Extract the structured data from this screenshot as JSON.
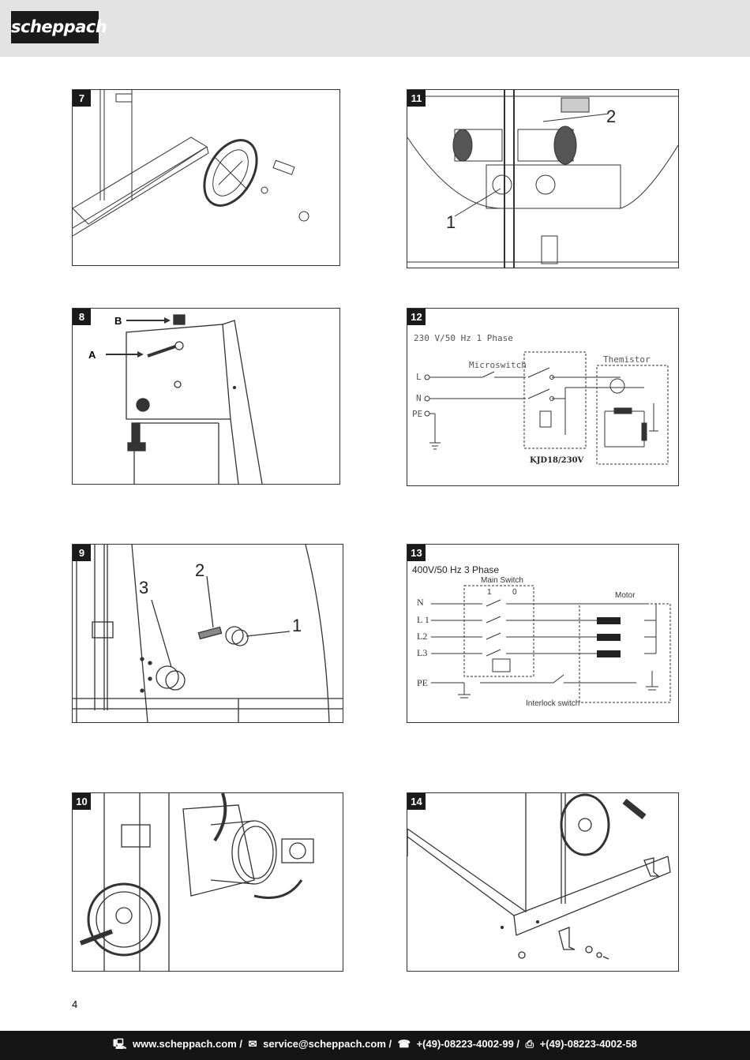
{
  "header": {
    "brand": "scheppach"
  },
  "figures": [
    {
      "num": "7"
    },
    {
      "num": "11",
      "callouts": [
        "2",
        "1"
      ]
    },
    {
      "num": "8",
      "callouts": [
        "B",
        "A"
      ]
    },
    {
      "num": "12",
      "supply": "230 V/50 Hz   1 Phase",
      "labels": [
        "Microswitch",
        "Themistor",
        "L",
        "N",
        "PE",
        "KJD18/230V"
      ]
    },
    {
      "num": "9",
      "callouts": [
        "2",
        "3",
        "1"
      ]
    },
    {
      "num": "13",
      "supply": "400V/50 Hz  3 Phase",
      "labels": [
        "Main Switch",
        "1",
        "0",
        "Motor",
        "N",
        "L 1",
        "L2",
        "L3",
        "PE",
        "Interlock switch"
      ]
    },
    {
      "num": "10"
    },
    {
      "num": "14"
    }
  ],
  "page_number": "4",
  "footer": {
    "web": "www.scheppach.com /",
    "mail": "service@scheppach.com /",
    "phone": "+(49)-08223-4002-99 /",
    "fax": "+(49)-08223-4002-58",
    "icons": [
      "computer-icon",
      "mail-icon",
      "phone-icon",
      "fax-icon"
    ]
  }
}
